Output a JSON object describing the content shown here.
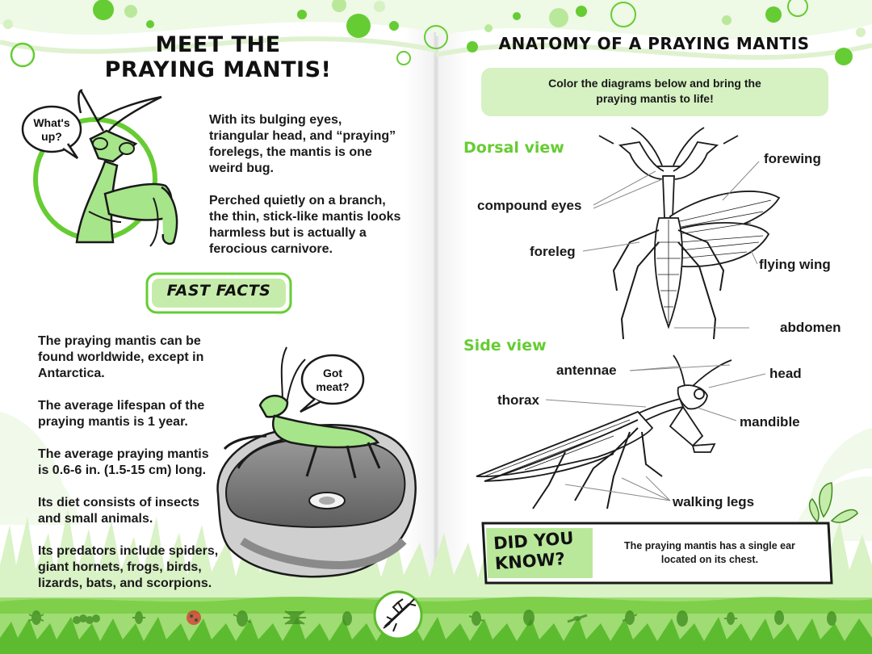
{
  "left_page": {
    "title_line1": "MEET THE",
    "title_line2": "PRAYING MANTIS!",
    "speech_bubble_1_line1": "What's",
    "speech_bubble_1_line2": "up?",
    "intro_paragraphs": [
      "With its bulging eyes, triangular head, and “praying” forelegs, the mantis is one weird bug.",
      "Perched quietly on a branch, the thin, stick-like mantis looks harmless but is actually a ferocious carnivore."
    ],
    "fast_facts_label": "FAST FACTS",
    "facts": [
      "The praying mantis can be found worldwide, except in Antarctica.",
      "The average lifespan of the praying mantis is 1 year.",
      "The average praying mantis is 0.6-6 in. (1.5-15 cm) long.",
      "Its diet consists of insects and small animals.",
      "Its predators include spiders, giant hornets, frogs, birds, lizards, bats, and scorpions."
    ],
    "speech_bubble_2_line1": "Got",
    "speech_bubble_2_line2": "meat?"
  },
  "right_page": {
    "title": "ANATOMY OF A PRAYING MANTIS",
    "instruction_line1": "Color the diagrams below and bring the",
    "instruction_line2": "praying mantis to life!",
    "dorsal_view_title": "Dorsal view",
    "dorsal_labels": {
      "forewing": "forewing",
      "compound_eyes": "compound eyes",
      "foreleg": "foreleg",
      "flying_wing": "flying wing",
      "abdomen": "abdomen"
    },
    "side_view_title": "Side view",
    "side_labels": {
      "antennae": "antennae",
      "head": "head",
      "thorax": "thorax",
      "mandible": "mandible",
      "walking_legs": "walking legs"
    },
    "did_you_know_line1": "DID YOU",
    "did_you_know_line2": "KNOW?",
    "did_you_know_text_line1": "The praying mantis has a single ear",
    "did_you_know_text_line2": "located on its chest."
  },
  "colors": {
    "accent_green": "#66cc33",
    "light_green": "#d6f1c2",
    "mantis_green": "#9be07a",
    "dark_outline": "#1a1a1a"
  },
  "icons": [
    "mantis-icon",
    "bug-icon",
    "ladybug-icon",
    "beetle-icon",
    "spider-icon",
    "caterpillar-icon"
  ]
}
